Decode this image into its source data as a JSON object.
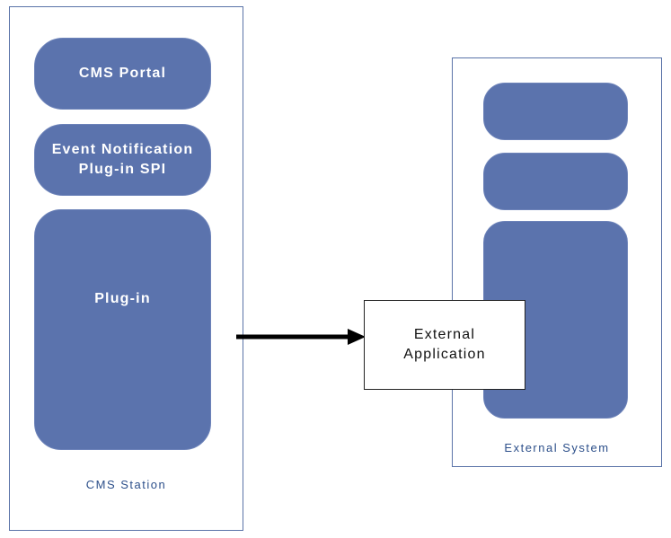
{
  "cms_station": {
    "caption": "CMS Station",
    "blocks": {
      "portal": "CMS Portal",
      "event_spi": "Event Notification\nPlug-in SPI",
      "plugin": "Plug-in"
    }
  },
  "external_system": {
    "caption": "External System"
  },
  "external_application": {
    "label": "External\nApplication"
  },
  "colors": {
    "block_fill": "#5b73ad",
    "border": "#5a73a8",
    "caption_text": "#2c4f8a",
    "arrow": "#000000"
  }
}
